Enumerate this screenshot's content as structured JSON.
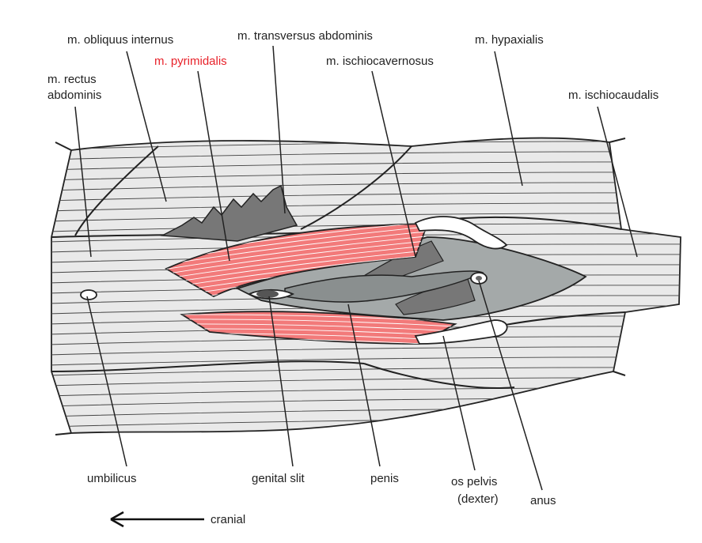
{
  "labels": {
    "obliquus_internus": "m. obliquus internus",
    "pyrimidalis": "m. pyrimidalis",
    "transversus_abdominis": "m. transversus abdominis",
    "ischiocavernosus": "m. ischiocavernosus",
    "hypaxialis": "m. hypaxialis",
    "rectus_abdominis_line1": "m. rectus",
    "rectus_abdominis_line2": "abdominis",
    "ischiocaudalis": "m. ischiocaudalis",
    "umbilicus": "umbilicus",
    "genital_slit": "genital slit",
    "penis": "penis",
    "os_pelvis_line1": "os pelvis",
    "os_pelvis_line2": "(dexter)",
    "anus": "anus",
    "direction": "cranial"
  },
  "colors": {
    "highlight": "#e8222a",
    "muscle": "#e9e9e9",
    "cavity": "#a4a9a9",
    "pyrimidalis_fill": "#f27a7a"
  }
}
